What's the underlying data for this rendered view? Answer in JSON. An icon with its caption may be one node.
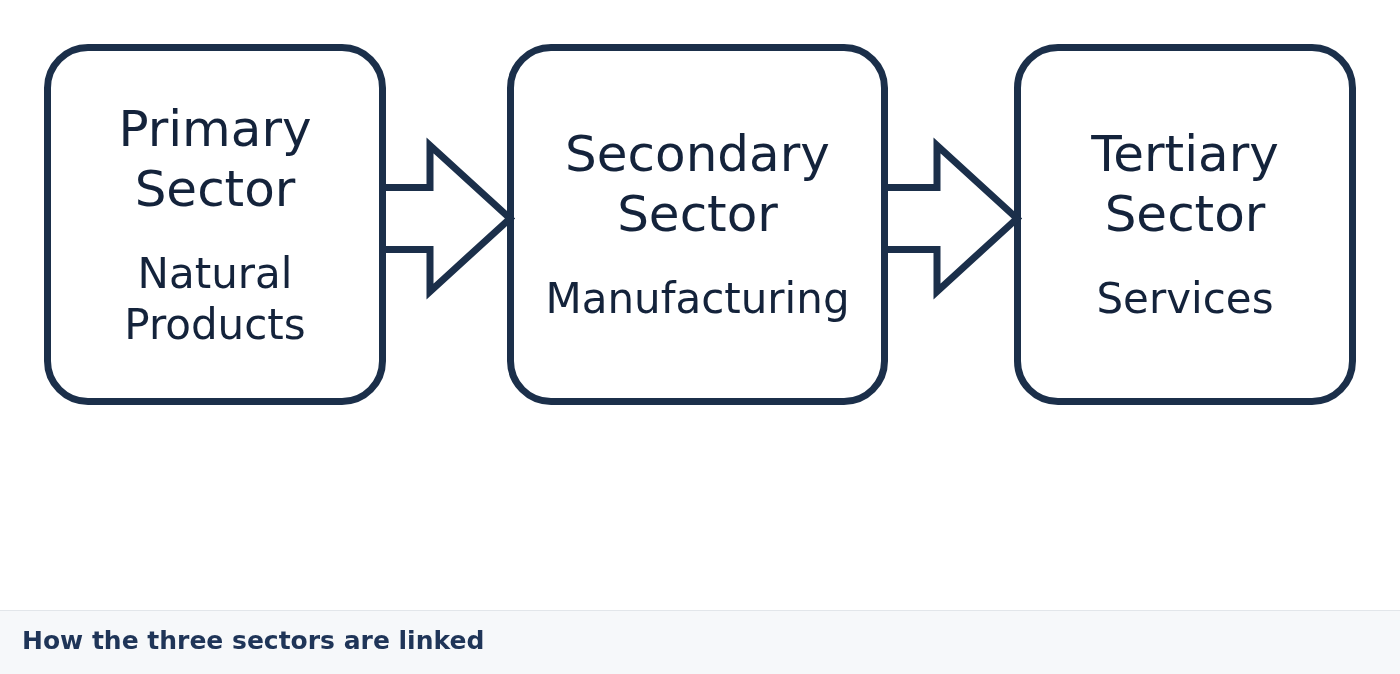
{
  "diagram": {
    "caption": "How the three sectors are linked",
    "nodes": [
      {
        "text": [
          "Primary Sector",
          "Natural Products"
        ]
      },
      {
        "text": [
          "Secondary Sector",
          "Manufacturing"
        ]
      },
      {
        "text": [
          "Tertiary Sector",
          "Services"
        ]
      }
    ],
    "edges": [
      {
        "from": 0,
        "to": 1,
        "arrow": "to"
      },
      {
        "from": 1,
        "to": 2,
        "arrow": "to"
      }
    ]
  }
}
